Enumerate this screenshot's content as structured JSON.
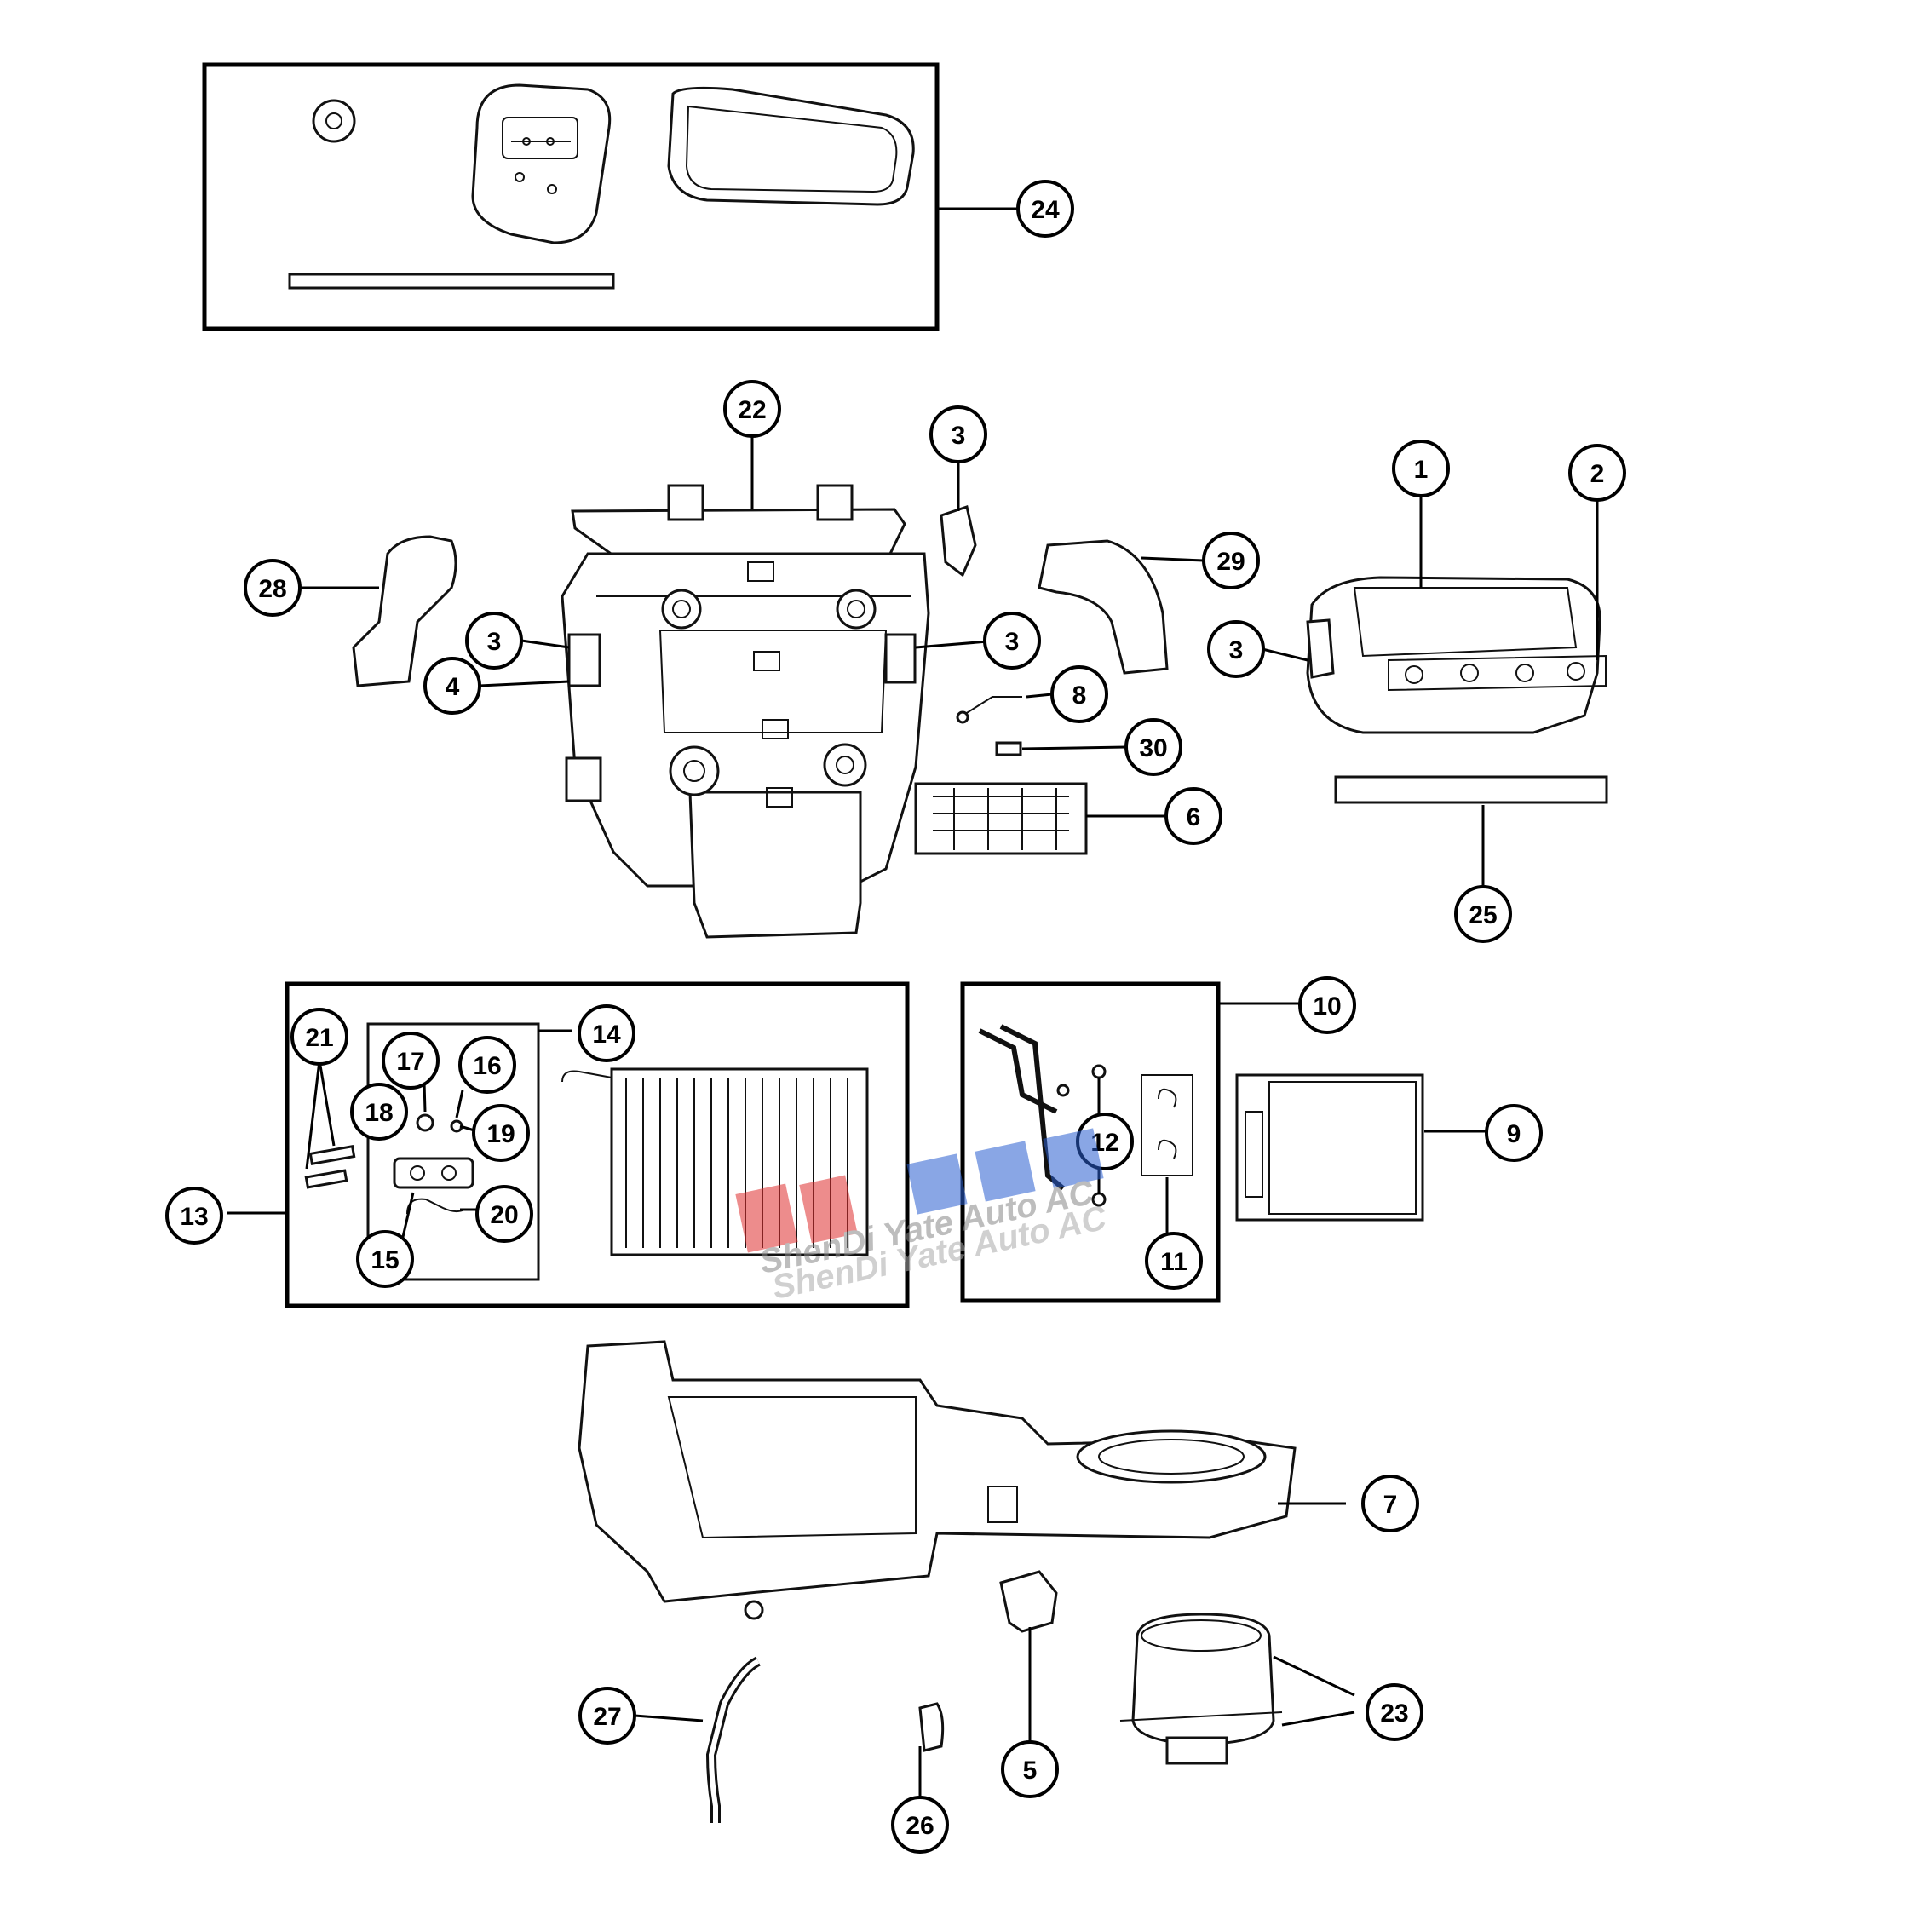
{
  "diagram": {
    "callouts": [
      {
        "label": "1"
      },
      {
        "label": "2"
      },
      {
        "label": "3"
      },
      {
        "label": "3"
      },
      {
        "label": "3"
      },
      {
        "label": "3"
      },
      {
        "label": "4"
      },
      {
        "label": "5"
      },
      {
        "label": "6"
      },
      {
        "label": "7"
      },
      {
        "label": "8"
      },
      {
        "label": "9"
      },
      {
        "label": "10"
      },
      {
        "label": "11"
      },
      {
        "label": "12"
      },
      {
        "label": "13"
      },
      {
        "label": "14"
      },
      {
        "label": "15"
      },
      {
        "label": "16"
      },
      {
        "label": "17"
      },
      {
        "label": "18"
      },
      {
        "label": "19"
      },
      {
        "label": "20"
      },
      {
        "label": "21"
      },
      {
        "label": "22"
      },
      {
        "label": "23"
      },
      {
        "label": "24"
      },
      {
        "label": "25"
      },
      {
        "label": "26"
      },
      {
        "label": "27"
      },
      {
        "label": "28"
      },
      {
        "label": "29"
      },
      {
        "label": "30"
      }
    ],
    "watermark": {
      "line1": "ShenDi Yate Auto AC",
      "line2": "ShenDi Yate Auto AC",
      "color_red": "#e03030",
      "color_blue": "#2a5fd0"
    }
  }
}
